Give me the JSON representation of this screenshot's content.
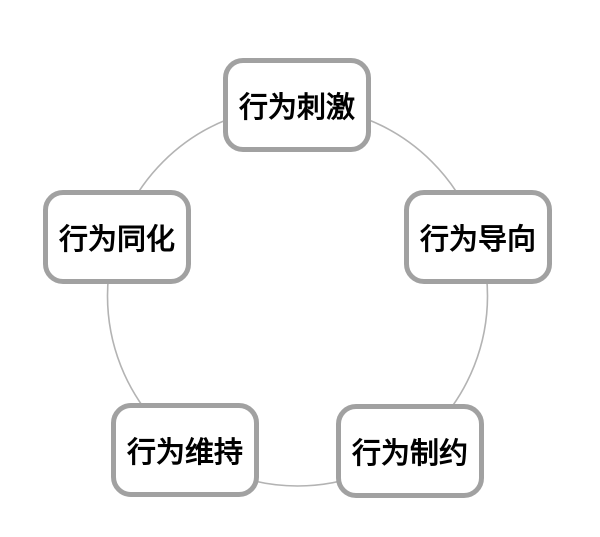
{
  "diagram": {
    "type": "cycle",
    "description": "Five-stage behavior cycle diagram with boxes arranged on a circle",
    "colors": {
      "background": "#ffffff",
      "box_border": "#a1a1a1",
      "circle_line": "#b3b3b3",
      "text": "#000000",
      "box_fill": "#ffffff"
    },
    "nodes": [
      {
        "id": "behavior-stimulation",
        "label": "行为刺激",
        "position": "top"
      },
      {
        "id": "behavior-orientation",
        "label": "行为导向",
        "position": "right"
      },
      {
        "id": "behavior-constraint",
        "label": "行为制约",
        "position": "bottom-right"
      },
      {
        "id": "behavior-maintenance",
        "label": "行为维持",
        "position": "bottom-left"
      },
      {
        "id": "behavior-assimilation",
        "label": "行为同化",
        "position": "left"
      }
    ]
  }
}
